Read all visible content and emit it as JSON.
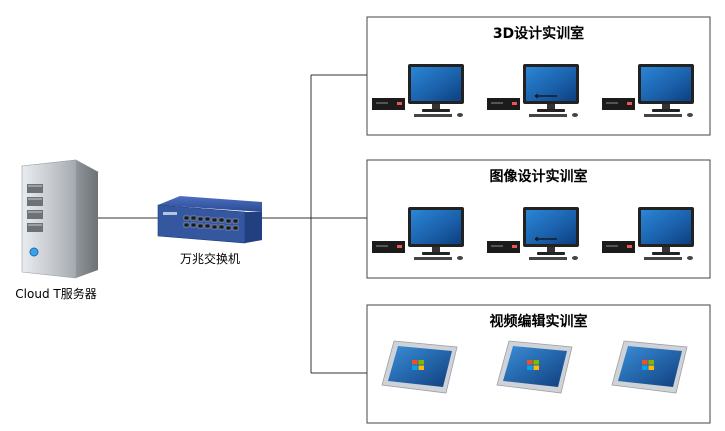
{
  "server": {
    "label": "Cloud T服务器"
  },
  "switch": {
    "label": "万兆交换机"
  },
  "rooms": [
    {
      "title": "3D设计实训室",
      "device": "desktop",
      "count": 3
    },
    {
      "title": "图像设计实训室",
      "device": "desktop",
      "count": 3
    },
    {
      "title": "视频编辑实训室",
      "device": "tablet",
      "count": 3
    }
  ],
  "colors": {
    "line": "#333333",
    "box_border": "#444444",
    "switch_blue": "#2e4f9a",
    "screen_blue": "#1e6fb8",
    "tablet_frame": "#cfd3d8"
  }
}
